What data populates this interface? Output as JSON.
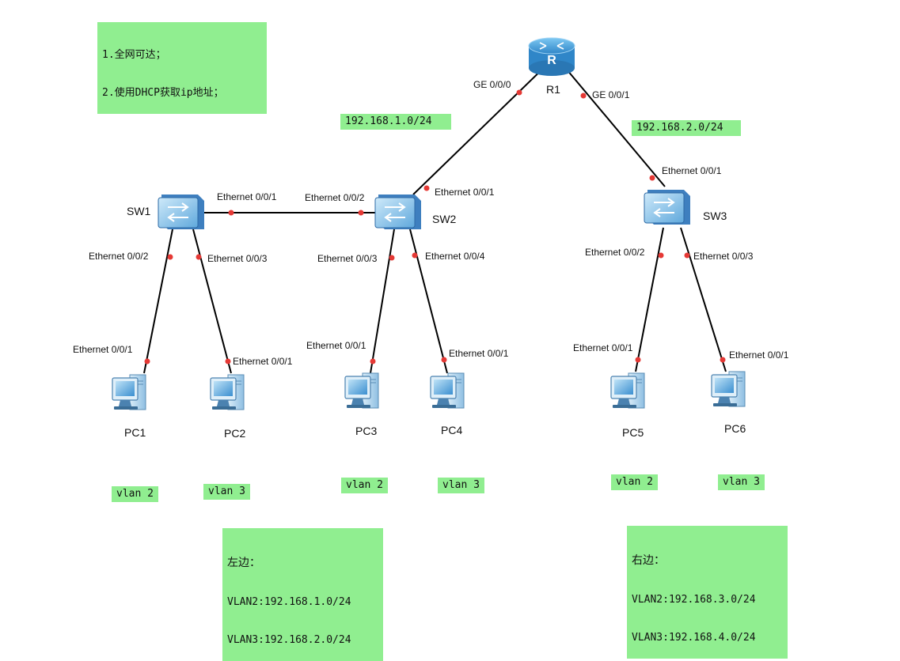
{
  "requirements": {
    "line1": "1.全网可达；",
    "line2": "2.使用DHCP获取ip地址；"
  },
  "colors": {
    "note_bg": "#90ee90",
    "link": "#000000",
    "port_dot": "#e53935"
  },
  "devices": {
    "r1": {
      "name": "R1",
      "icon": "router-icon"
    },
    "sw1": {
      "name": "SW1",
      "icon": "switch-icon"
    },
    "sw2": {
      "name": "SW2",
      "icon": "switch-icon"
    },
    "sw3": {
      "name": "SW3",
      "icon": "switch-icon"
    },
    "pc1": {
      "name": "PC1",
      "icon": "pc-icon"
    },
    "pc2": {
      "name": "PC2",
      "icon": "pc-icon"
    },
    "pc3": {
      "name": "PC3",
      "icon": "pc-icon"
    },
    "pc4": {
      "name": "PC4",
      "icon": "pc-icon"
    },
    "pc5": {
      "name": "PC5",
      "icon": "pc-icon"
    },
    "pc6": {
      "name": "PC6",
      "icon": "pc-icon"
    }
  },
  "ports": {
    "r1_ge0": "GE 0/0/0",
    "r1_ge1": "GE 0/0/1",
    "sw2_e1": "Ethernet 0/0/1",
    "sw3_e1": "Ethernet 0/0/1",
    "sw1_e1": "Ethernet 0/0/1",
    "sw2_e2": "Ethernet 0/0/2",
    "sw1_e2": "Ethernet 0/0/2",
    "sw1_e3": "Ethernet 0/0/3",
    "sw2_e3": "Ethernet 0/0/3",
    "sw2_e4": "Ethernet 0/0/4",
    "sw3_e2": "Ethernet 0/0/2",
    "sw3_e3": "Ethernet 0/0/3",
    "pc1_e1": "Ethernet 0/0/1",
    "pc2_e1": "Ethernet 0/0/1",
    "pc3_e1": "Ethernet 0/0/1",
    "pc4_e1": "Ethernet 0/0/1",
    "pc5_e1": "Ethernet 0/0/1",
    "pc6_e1": "Ethernet 0/0/1"
  },
  "networks": {
    "left_link": "192.168.1.0/24",
    "right_link": "192.168.2.0/24"
  },
  "vlans": {
    "pc1": "vlan 2",
    "pc2": "vlan 3",
    "pc3": "vlan 2",
    "pc4": "vlan 3",
    "pc5": "vlan 2",
    "pc6": "vlan 3"
  },
  "left_side": {
    "title": "左边：",
    "vlan2": "VLAN2:192.168.1.0/24",
    "vlan3": "VLAN3:192.168.2.0/24"
  },
  "right_side": {
    "title": "右边：",
    "vlan2": "VLAN2:192.168.3.0/24",
    "vlan3": "VLAN3:192.168.4.0/24"
  }
}
